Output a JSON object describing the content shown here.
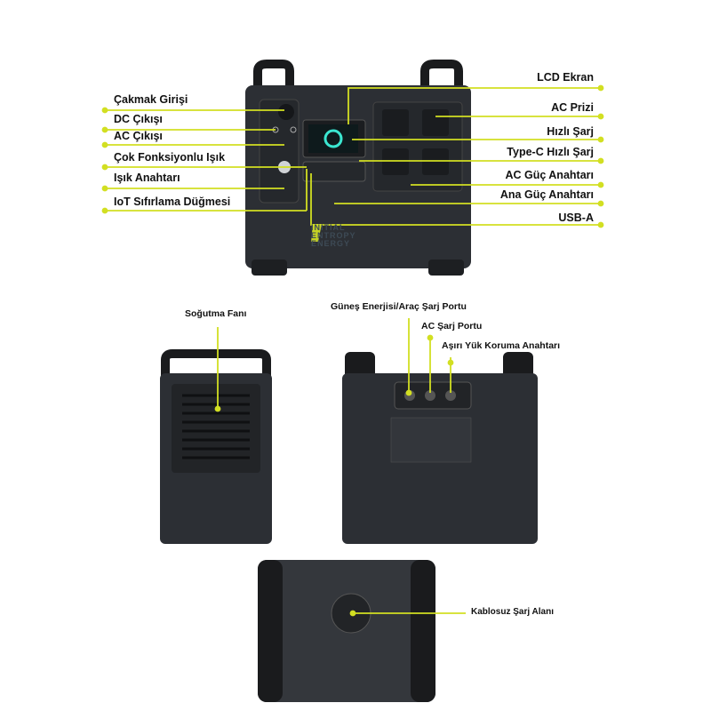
{
  "colors": {
    "accent": "#d2df22",
    "device": "#2c2f34",
    "device_dark": "#1d1f22"
  },
  "front_labels_left": [
    "Çakmak Girişi",
    "DC Çıkışı",
    "AC Çıkışı",
    "Çok Fonksiyonlu Işık",
    "Işık Anahtarı",
    "IoT Sıfırlama Düğmesi"
  ],
  "front_labels_right": [
    "LCD Ekran",
    "AC Prizi",
    "Hızlı Şarj",
    "Type-C Hızlı Şarj",
    "AC Güç Anahtarı",
    "Ana Güç Anahtarı",
    "USB-A"
  ],
  "side_label": "Soğutma Fanı",
  "back_labels": [
    "Güneş Enerjisi/Araç Şarj Portu",
    "AC Şarj Portu",
    "Aşırı Yük Koruma Anahtarı"
  ],
  "top_label": "Kablosuz Şarj Alanı",
  "logo": {
    "line1": "INITIAL",
    "line2": "ENTROPY",
    "line3": "ENERGY"
  }
}
